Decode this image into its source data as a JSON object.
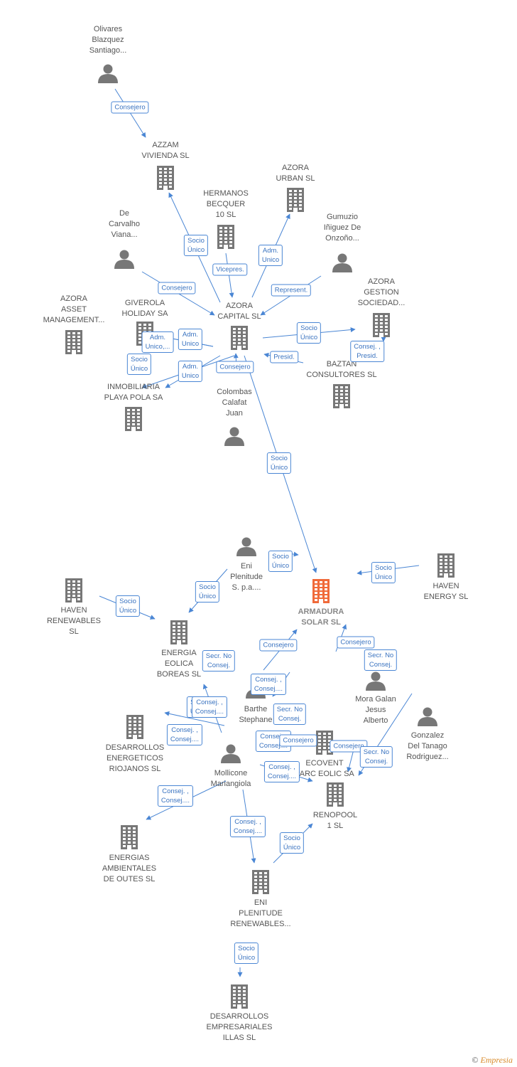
{
  "colors": {
    "edge": "#4a86d4",
    "node": "#777777",
    "focus": "#f06a3a",
    "label": "#555555"
  },
  "footer": {
    "copyright": "©",
    "brand": "Empresia"
  },
  "nodes": [
    {
      "id": "olivares",
      "type": "person",
      "label": "Olivares\nBlazquez\nSantiago..."
    },
    {
      "id": "azzam",
      "type": "company",
      "label": "AZZAM\nVIVIENDA  SL"
    },
    {
      "id": "azora_urban",
      "type": "company",
      "label": "AZORA\nURBAN  SL"
    },
    {
      "id": "hermanos",
      "type": "company",
      "label": "HERMANOS\nBECQUER\n10 SL"
    },
    {
      "id": "decarvalho",
      "type": "person",
      "label": "De\nCarvalho\nViana..."
    },
    {
      "id": "gumuzio",
      "type": "person",
      "label": "Gumuzio\nIñiguez De\nOnzoño..."
    },
    {
      "id": "azora_gestion",
      "type": "company",
      "label": "AZORA\nGESTION\nSOCIEDAD..."
    },
    {
      "id": "azora_asset",
      "type": "company",
      "label": "AZORA\nASSET\nMANAGEMENT..."
    },
    {
      "id": "giverola",
      "type": "company",
      "label": "GIVEROLA\nHOLIDAY SA"
    },
    {
      "id": "azora_capital",
      "type": "company",
      "label": "AZORA\nCAPITAL  SL"
    },
    {
      "id": "baztan",
      "type": "company",
      "label": "BAZTAN\nCONSULTORES SL"
    },
    {
      "id": "inmobiliaria",
      "type": "company",
      "label": "INMOBILIARIA\nPLAYA POLA SA"
    },
    {
      "id": "colombas",
      "type": "person",
      "label": "Colombas\nCalafat\nJuan"
    },
    {
      "id": "eni_plenitude_spa",
      "type": "person",
      "label": "Eni\nPlenitude\nS. p.a...."
    },
    {
      "id": "armadura",
      "type": "focus",
      "label": "ARMADURA\nSOLAR  SL"
    },
    {
      "id": "haven_energy",
      "type": "company",
      "label": "HAVEN\nENERGY  SL"
    },
    {
      "id": "haven_renewables",
      "type": "company",
      "label": "HAVEN\nRENEWABLES\nSL"
    },
    {
      "id": "energia_eolica",
      "type": "company",
      "label": "ENERGIA\nEOLICA\nBOREAS SL"
    },
    {
      "id": "mora",
      "type": "person",
      "label": "Mora Galan\nJesus\nAlberto"
    },
    {
      "id": "barthe",
      "type": "person",
      "label": "Barthe\nStephane"
    },
    {
      "id": "gonzalez",
      "type": "person",
      "label": "Gonzalez\nDel Tanago\nRodriguez..."
    },
    {
      "id": "desarrollos_riojanos",
      "type": "company",
      "label": "DESARROLLOS\nENERGETICOS\nRIOJANOS SL"
    },
    {
      "id": "ecovent",
      "type": "company",
      "label": "ECOVENT\nPARC EOLIC SA"
    },
    {
      "id": "mollicone",
      "type": "person",
      "label": "Mollicone\nMariangiola"
    },
    {
      "id": "renopool",
      "type": "company",
      "label": "RENOPOOL\n1 SL"
    },
    {
      "id": "energias_ambientales",
      "type": "company",
      "label": "ENERGIAS\nAMBIENTALES\nDE OUTES  SL"
    },
    {
      "id": "eni_plenitude_renew",
      "type": "company",
      "label": "ENI\nPLENITUDE\nRENEWABLES..."
    },
    {
      "id": "desarrollos_illas",
      "type": "company",
      "label": "DESARROLLOS\nEMPRESARIALES\nILLAS SL"
    }
  ],
  "relations": [
    "Consejero",
    "Socio\nÚnico",
    "Vicepres.",
    "Adm.\nUnico",
    "Represent.",
    "Consejero",
    "Adm.\nUnico,...",
    "Adm.\nUnico",
    "Socio\nÚnico",
    "Adm.\nUnico",
    "Consejero",
    "Presid.",
    "Socio\nÚnico",
    "Consej. ,\nPresid.",
    "Socio\nÚnico",
    "Socio\nÚnico",
    "Socio\nÚnico",
    "Socio\nÚnico",
    "Socio\nÚnico",
    "Consejero",
    "Consejero",
    "Secr.  No\nConsej.",
    "Secr.  No\nConsej.",
    "Consej. ,\nConsej....",
    "Socio\nÚnico",
    "Consej. ,\nConsej....",
    "Consej. ,\nConsej....",
    "Secr.  No\nConsej.",
    "Consej. ,\nConsej....",
    "Consejero",
    "Consejero",
    "Secr.  No\nConsej.",
    "Consej. ,\nConsej....",
    "Consej. ,\nConsej....",
    "Consej. ,\nConsej....",
    "Socio\nÚnico",
    "Socio\nÚnico"
  ]
}
